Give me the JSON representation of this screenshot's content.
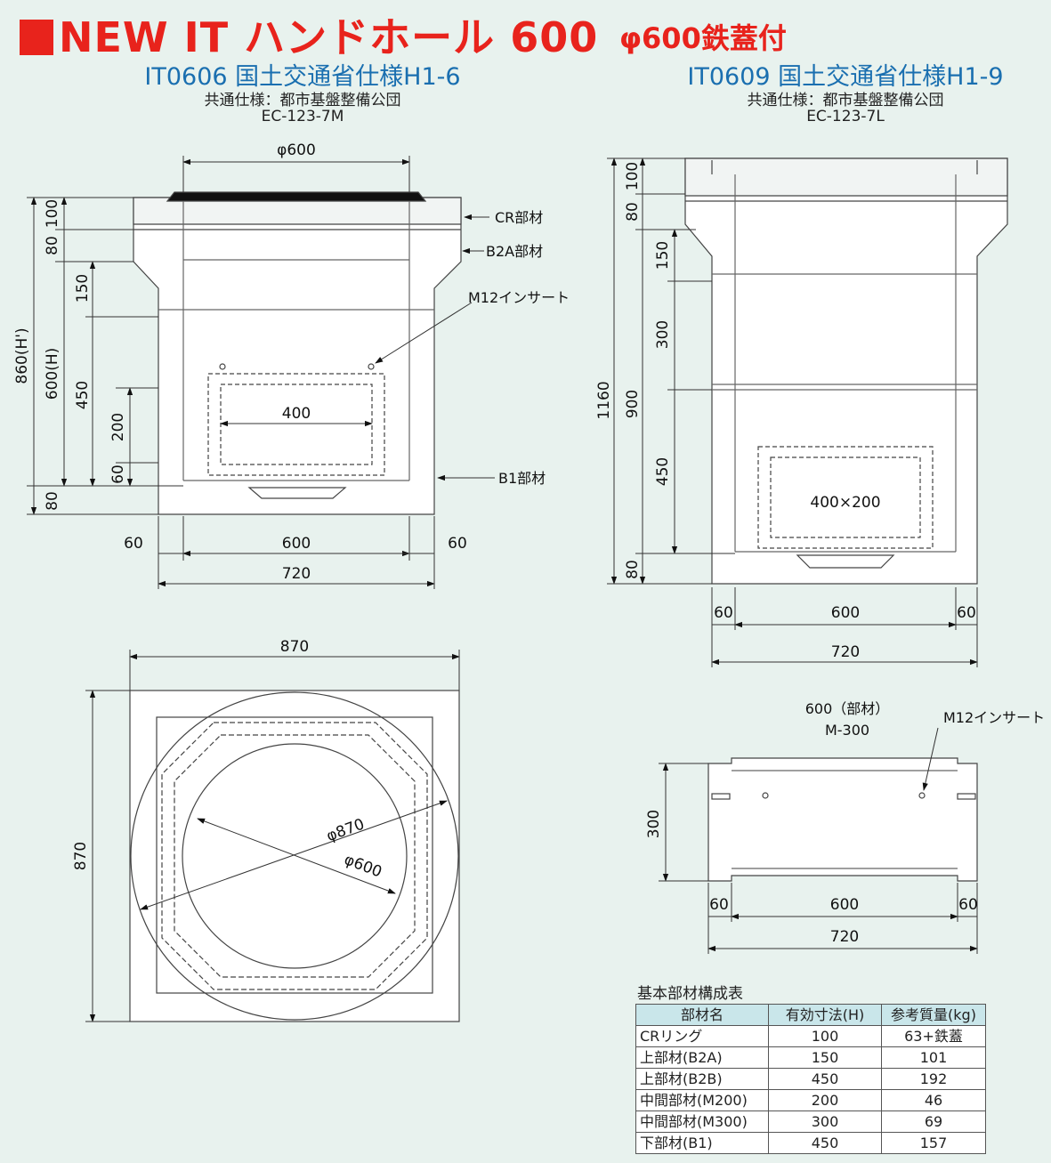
{
  "title": {
    "main": "NEW IT ハンドホール 600",
    "sub": "φ600鉄蓋付"
  },
  "left": {
    "title": "IT0606 国土交通省仕様H1-6",
    "spec1": "共通仕様：都市基盤整備公団",
    "spec2": "EC-123-7M",
    "labels": {
      "cr": "CR部材",
      "b2a": "B2A部材",
      "m12": "M12インサート",
      "b1": "B1部材"
    },
    "dims": {
      "top_phi": "φ600",
      "opening": "400",
      "v100": "100",
      "v80a": "80",
      "v150": "150",
      "v450": "450",
      "v200": "200",
      "v60": "60",
      "v80b": "80",
      "total_h": "860(H')",
      "h": "600(H)",
      "w60a": "60",
      "w600": "600",
      "w60b": "60",
      "w720": "720"
    }
  },
  "right": {
    "title": "IT0609 国土交通省仕様H1-9",
    "spec1": "共通仕様：都市基盤整備公団",
    "spec2": "EC-123-7L",
    "opening": "400×200",
    "dims": {
      "v100": "100",
      "v80a": "80",
      "v150": "150",
      "v300": "300",
      "v450": "450",
      "v80b": "80",
      "h900": "900",
      "h1160": "1160",
      "w60a": "60",
      "w600": "600",
      "w60b": "60",
      "w720": "720"
    }
  },
  "plan": {
    "w870": "870",
    "h870": "870",
    "phi870": "φ870",
    "phi600": "φ600"
  },
  "m300": {
    "label1": "600（部材）",
    "label2": "M-300",
    "insert": "M12インサート",
    "h300": "300",
    "w60a": "60",
    "w600": "600",
    "w60b": "60",
    "w720": "720"
  },
  "table": {
    "caption": "基本部材構成表",
    "headers": [
      "部材名",
      "有効寸法(H)",
      "参考質量(kg)"
    ],
    "rows": [
      [
        "CRリング",
        "100",
        "63+鉄蓋"
      ],
      [
        "上部材(B2A)",
        "150",
        "101"
      ],
      [
        "上部材(B2B)",
        "450",
        "192"
      ],
      [
        "中間部材(M200)",
        "200",
        "46"
      ],
      [
        "中間部材(M300)",
        "300",
        "69"
      ],
      [
        "下部材(B1)",
        "450",
        "157"
      ]
    ]
  }
}
